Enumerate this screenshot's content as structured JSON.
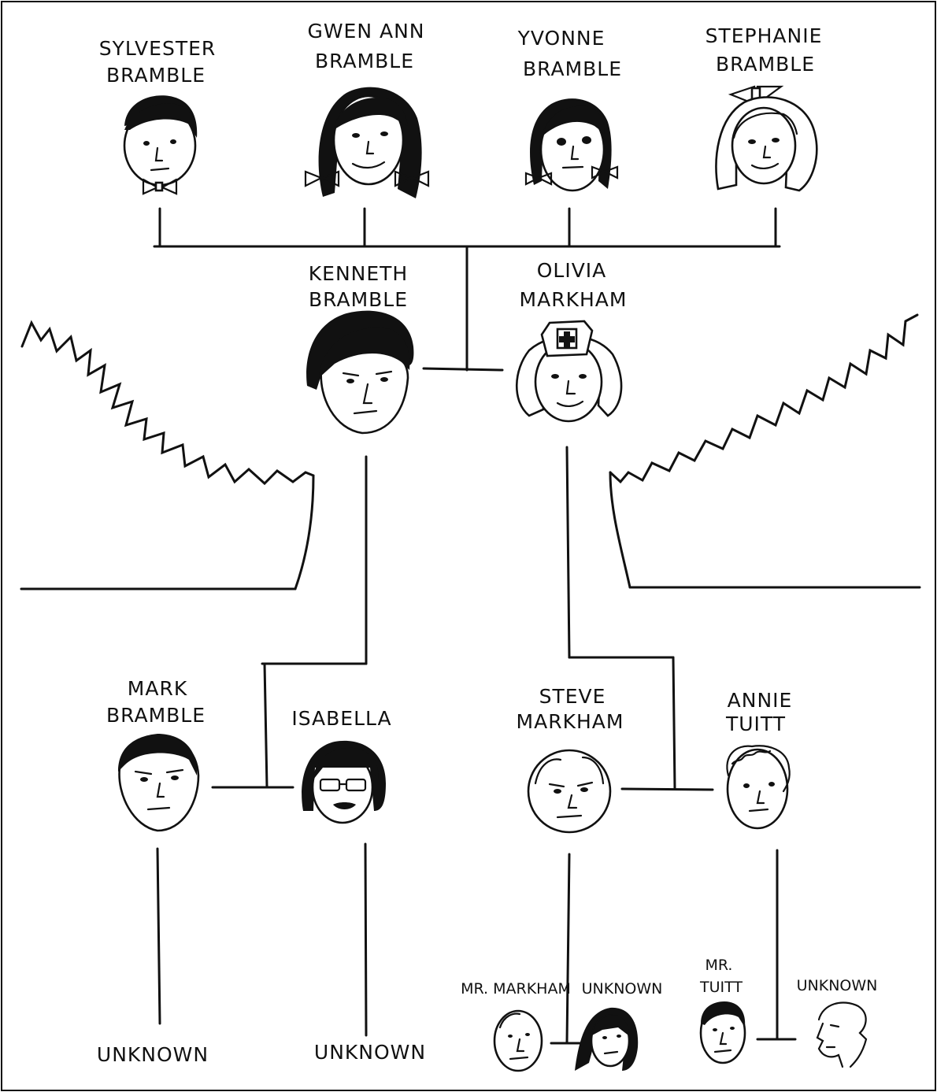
{
  "people": {
    "sylvester": [
      "SYLVESTER",
      "BRAMBLE"
    ],
    "gwen": [
      "GWEN ANN",
      "BRAMBLE"
    ],
    "yvonne": [
      "YVONNE",
      "BRAMBLE"
    ],
    "stephanie": [
      "STEPHANIE",
      "BRAMBLE"
    ],
    "kenneth": [
      "KENNETH",
      "BRAMBLE"
    ],
    "olivia": [
      "OLIVIA",
      "MARKHAM"
    ],
    "mark": [
      "MARK",
      "BRAMBLE"
    ],
    "isabella": [
      "ISABELLA"
    ],
    "steve": [
      "STEVE",
      "MARKHAM"
    ],
    "annie": [
      "ANNIE",
      "TUITT"
    ],
    "mr_markham": [
      "MR. MARKHAM"
    ],
    "unknown_spouse_markham": [
      "UNKNOWN"
    ],
    "mr_tuitt": [
      "MR.",
      "TUITT"
    ],
    "unknown_spouse_tuitt": [
      "UNKNOWN"
    ],
    "unknown_mark": [
      "UNKNOWN"
    ],
    "unknown_isabella": [
      "UNKNOWN"
    ]
  }
}
